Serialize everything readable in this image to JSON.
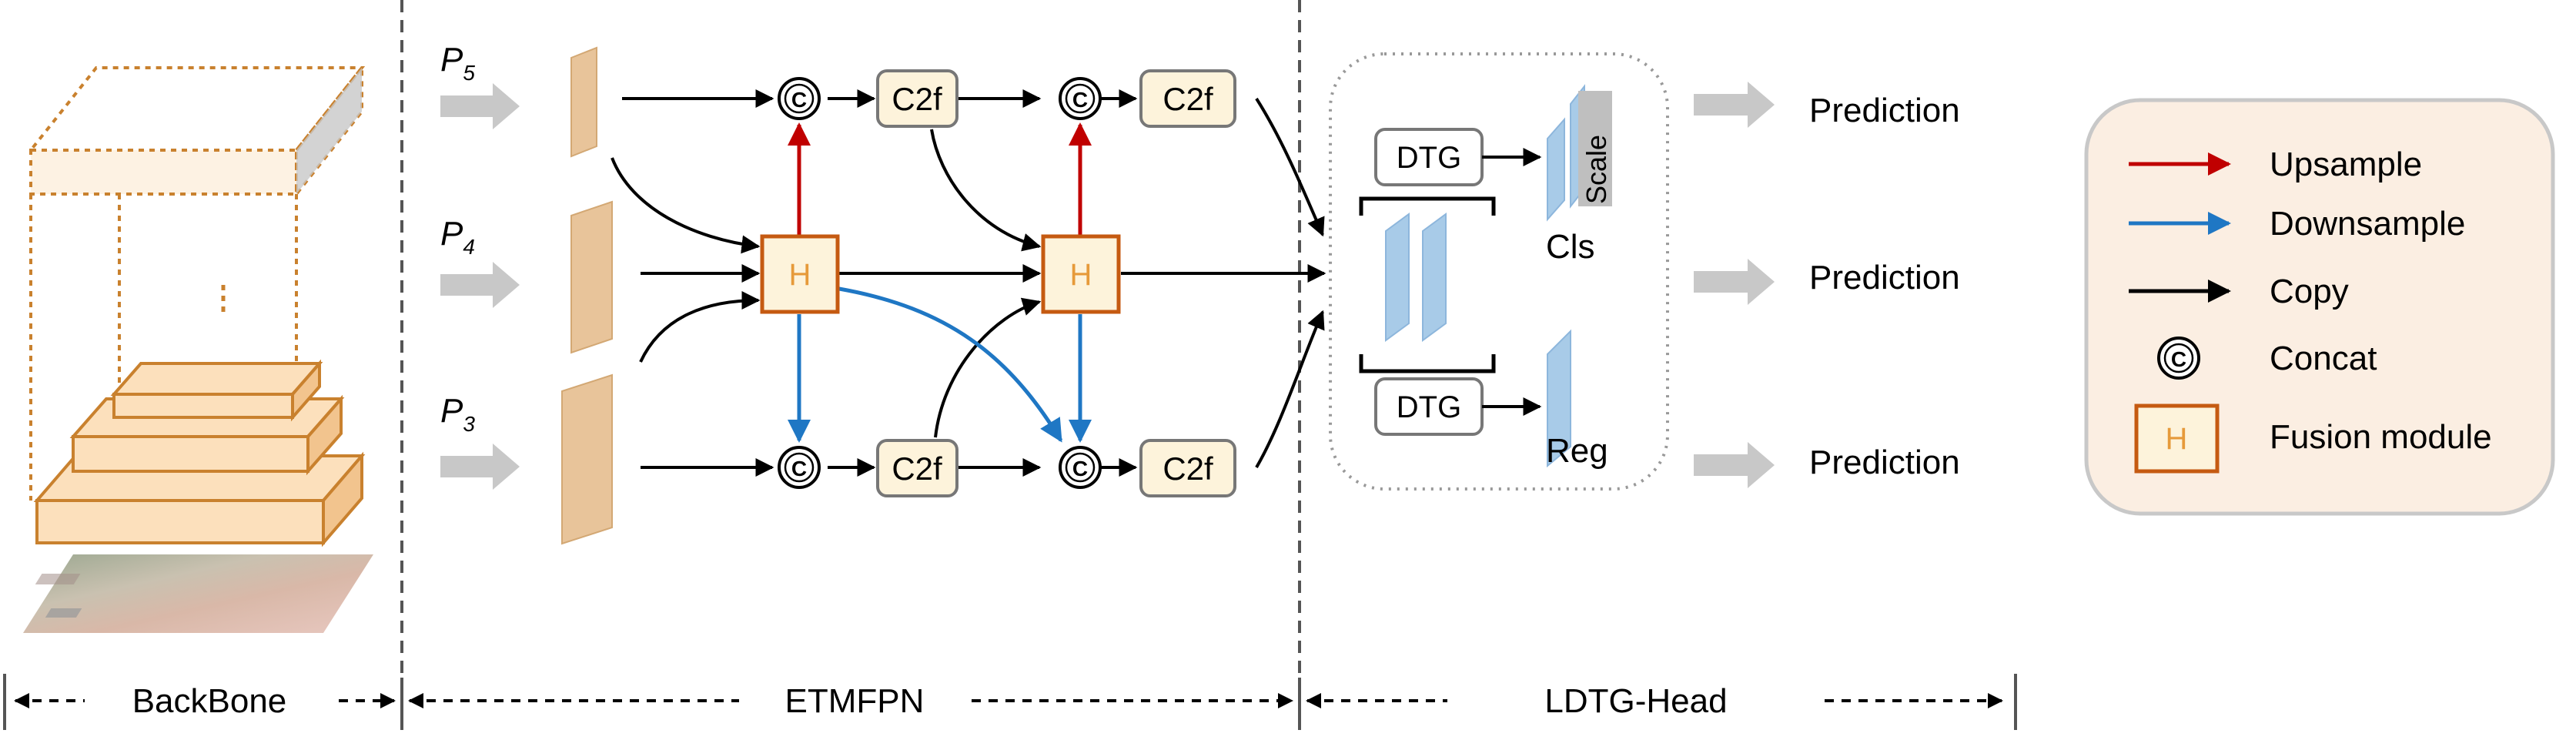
{
  "sections": {
    "backbone": "BackBone",
    "etmfpn": "ETMFPN",
    "head": "LDTG-Head"
  },
  "inputs": {
    "p5": {
      "letter": "P",
      "sub": "5"
    },
    "p4": {
      "letter": "P",
      "sub": "4"
    },
    "p3": {
      "letter": "P",
      "sub": "3"
    }
  },
  "modules": {
    "c2f": "C2f",
    "fusion": "H",
    "concat": "C",
    "dtg": "DTG"
  },
  "head": {
    "scale": "Scale",
    "cls": "Cls",
    "reg": "Reg",
    "prediction": "Prediction"
  },
  "legend": {
    "upsample": "Upsample",
    "downsample": "Downsample",
    "copy": "Copy",
    "concat": "Concat",
    "fusion": "Fusion module"
  },
  "colors": {
    "upsample": "#c00000",
    "downsample": "#1f77c4",
    "copy": "#000000",
    "fusion_border": "#c55a11",
    "fusion_text": "#e69a3a",
    "c2f_fill": "#fdf3db",
    "block_fill": "#e8c49a",
    "backbone_fill": "#fce0bc",
    "backbone_stroke": "#c9812e",
    "legend_fill": "#fbeee2",
    "dashed_divider": "#555555",
    "head_bar": "#a8cbe8"
  }
}
